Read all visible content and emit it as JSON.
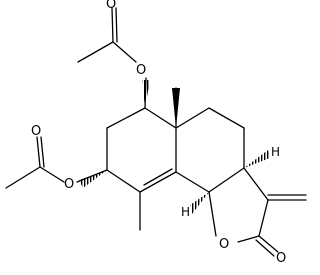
{
  "molecule": {
    "atoms": {
      "o_acetate_top": "O",
      "o_carbonyl_top": "O",
      "o_acetate_left": "O",
      "o_carbonyl_left": "O",
      "o_ring": "O",
      "o_lactone_carbonyl": "O",
      "h_top_right": "H",
      "h_bottom_left": "H"
    }
  }
}
